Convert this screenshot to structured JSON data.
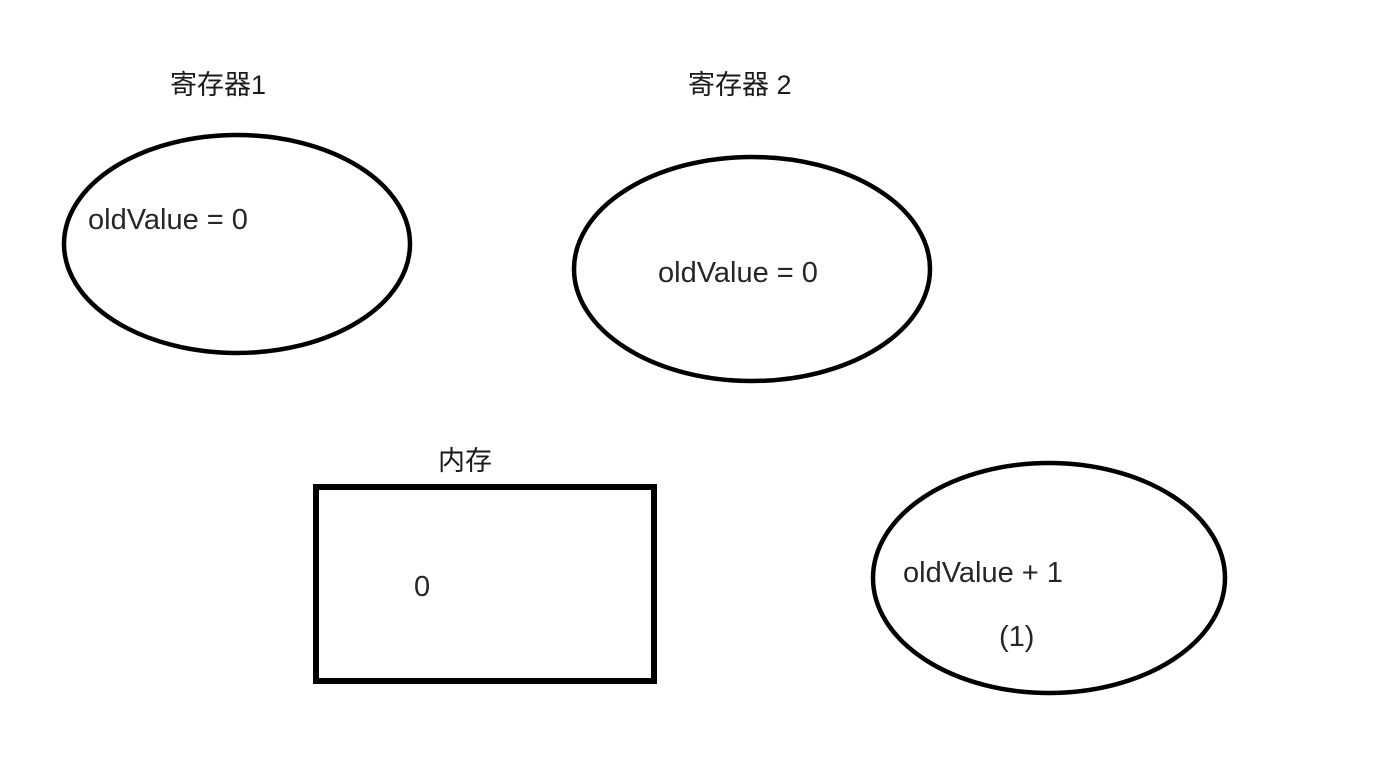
{
  "diagram": {
    "title_visible": false,
    "background_color": "#ffffff",
    "stroke_color": "#000000",
    "text_color": "#262626",
    "nodes": [
      {
        "id": "register1",
        "shape": "ellipse",
        "caption": "寄存器1",
        "value_text": "oldValue = 0"
      },
      {
        "id": "register2",
        "shape": "ellipse",
        "caption": "寄存器 2",
        "value_text": "oldValue = 0"
      },
      {
        "id": "memory",
        "shape": "rectangle",
        "caption": "内存",
        "value_text": "0"
      },
      {
        "id": "computed-value",
        "shape": "ellipse",
        "caption": "",
        "value_text": "oldValue + 1",
        "value_text_secondary": "(1)"
      }
    ]
  }
}
